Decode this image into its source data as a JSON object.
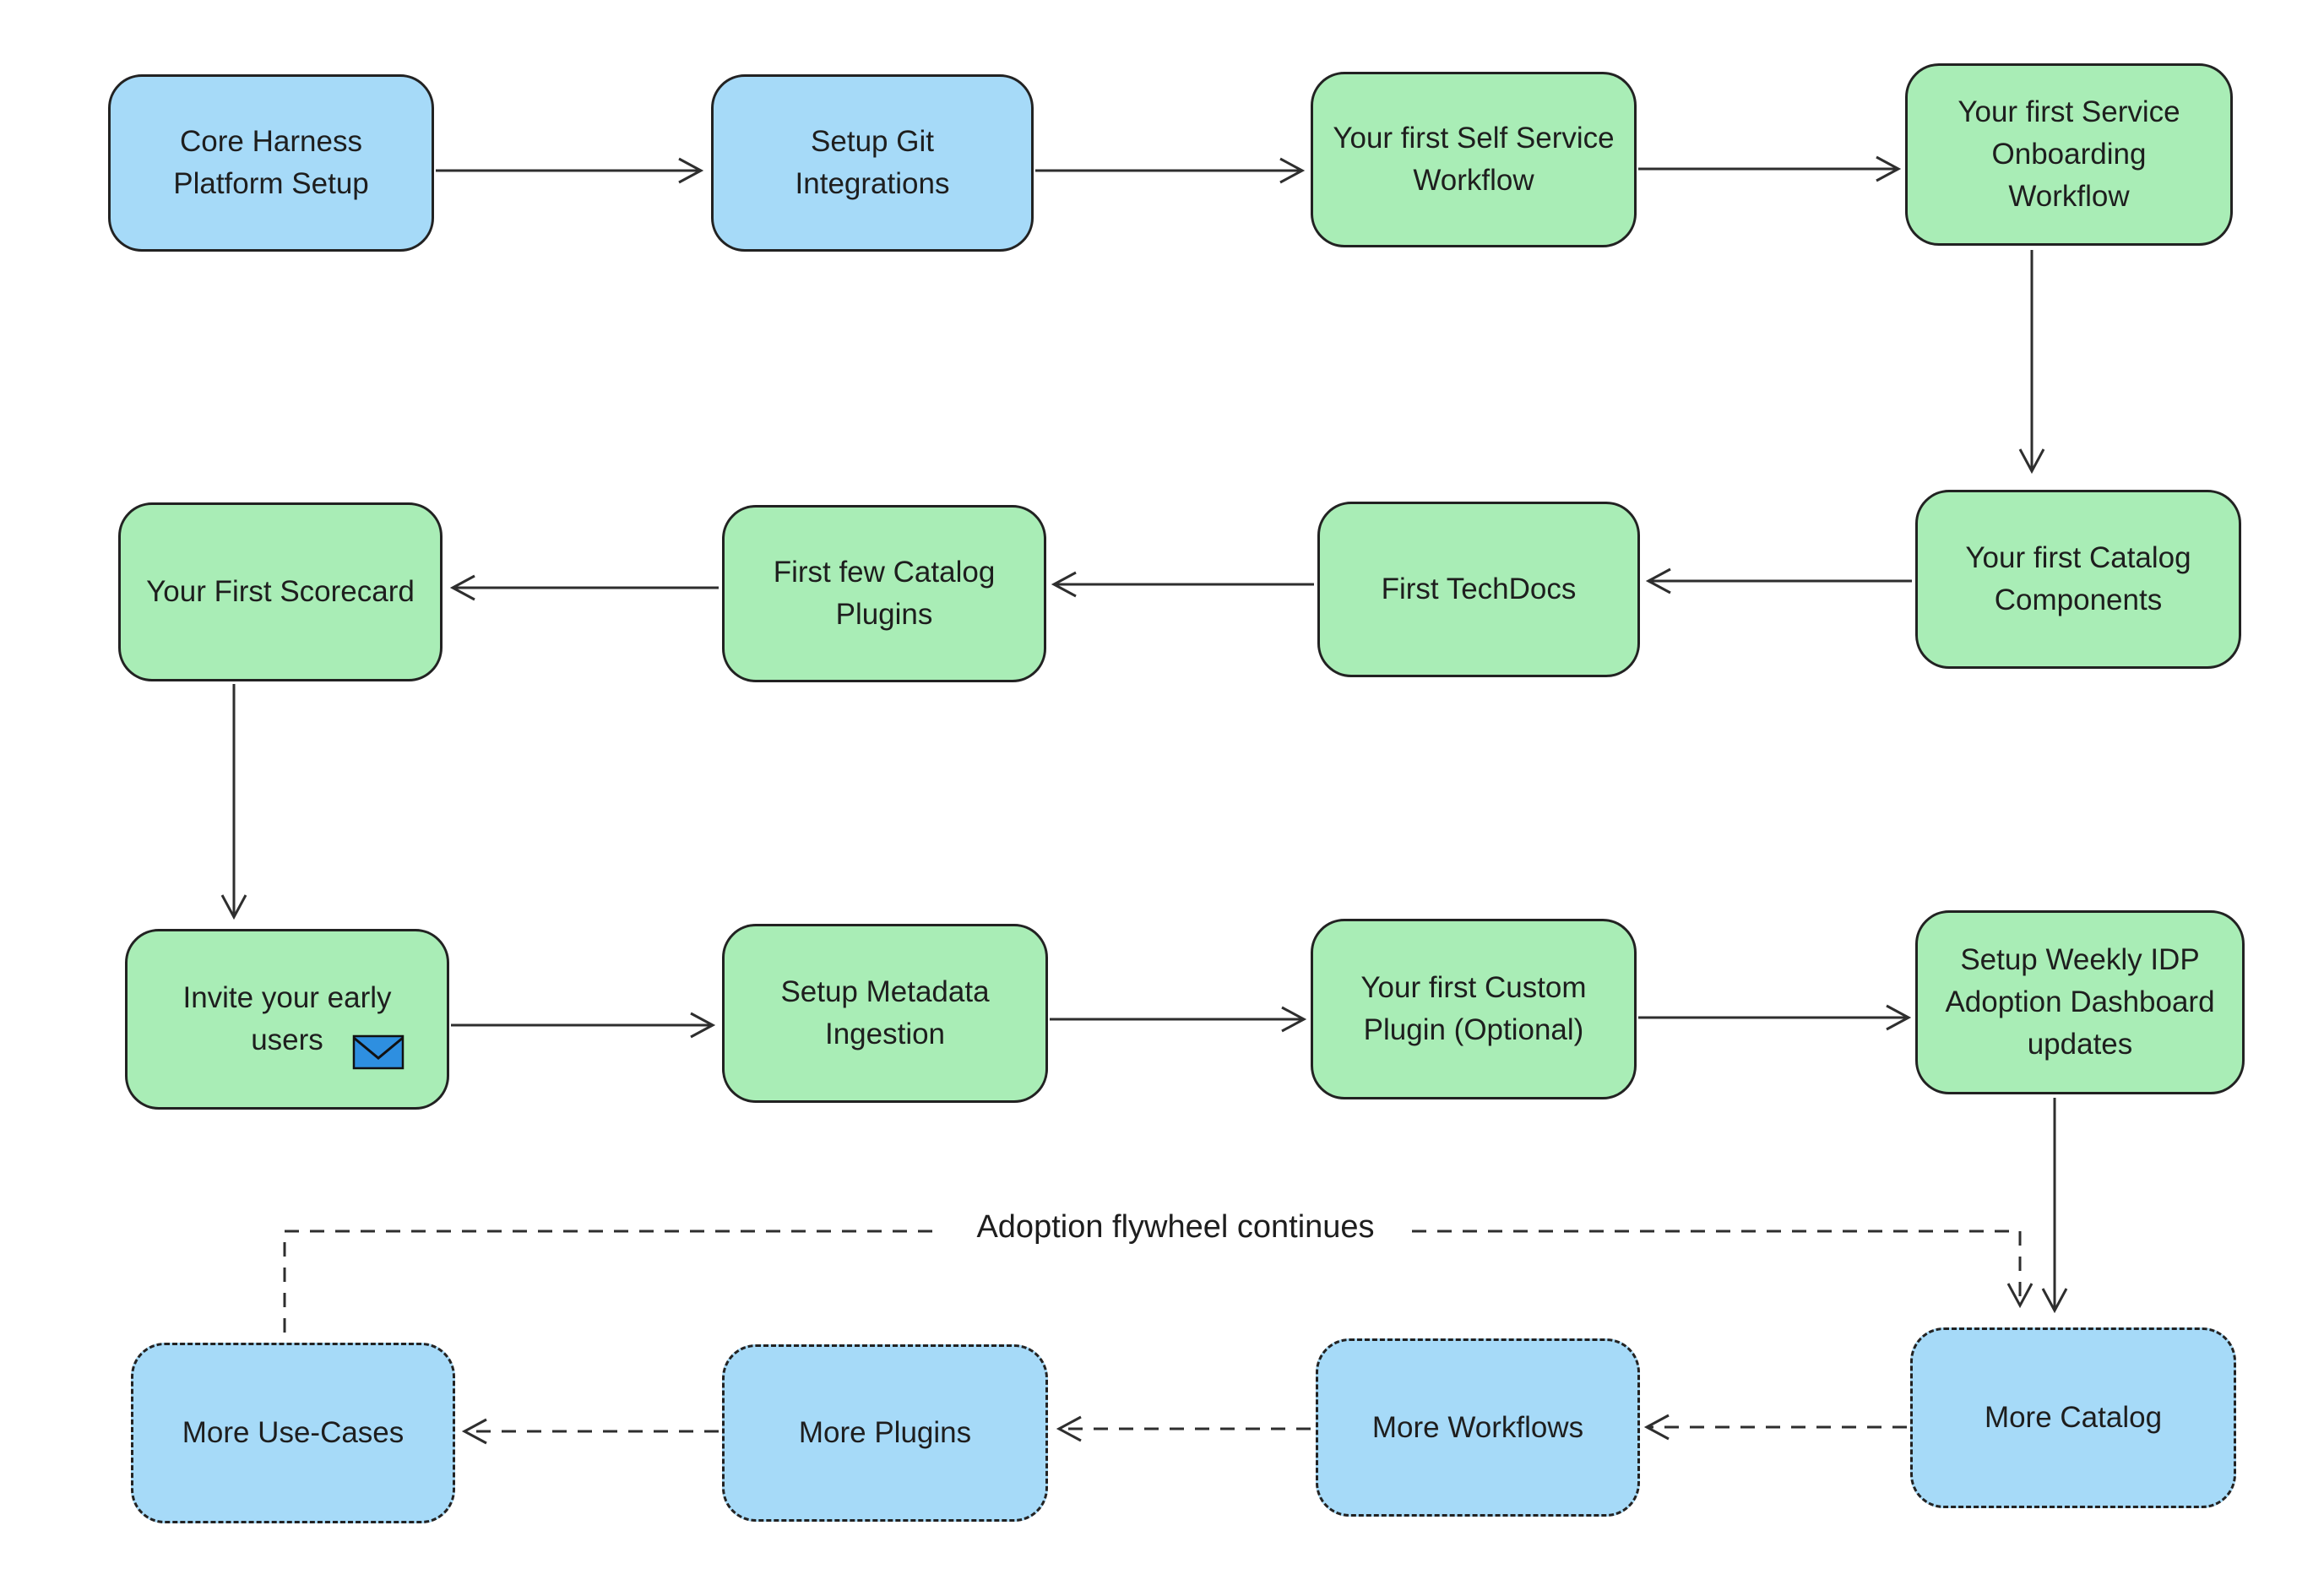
{
  "diagram": {
    "flywheel_label": "Adoption flywheel continues",
    "colors": {
      "blue_fill": "#a6daf8",
      "green_fill": "#a9edb6",
      "stroke": "#222222",
      "arrow_stroke": "#2e2e2e",
      "text": "#1e1e1e",
      "envelope_fill": "#2e8fe0",
      "background": "#ffffff"
    },
    "icons": {
      "envelope": "envelope-icon"
    },
    "nodes": {
      "core_harness_platform_setup": {
        "label": "Core Harness\nPlatform Setup",
        "style": "blue-solid"
      },
      "setup_git_integrations": {
        "label": "Setup Git\nIntegrations",
        "style": "blue-solid"
      },
      "first_self_service_workflow": {
        "label": "Your first Self Service\nWorkflow",
        "style": "green-solid"
      },
      "first_service_onboarding_workflow": {
        "label": "Your first Service\nOnboarding\nWorkflow",
        "style": "green-solid"
      },
      "first_catalog_components": {
        "label": "Your first Catalog\nComponents",
        "style": "green-solid"
      },
      "first_techdocs": {
        "label": "First TechDocs",
        "style": "green-solid"
      },
      "first_few_catalog_plugins": {
        "label": "First few Catalog\nPlugins",
        "style": "green-solid"
      },
      "your_first_scorecard": {
        "label": "Your First Scorecard",
        "style": "green-solid"
      },
      "invite_your_early_users": {
        "label": "Invite your early\nusers",
        "style": "green-solid",
        "icon": "envelope-icon"
      },
      "setup_metadata_ingestion": {
        "label": "Setup Metadata\nIngestion",
        "style": "green-solid"
      },
      "first_custom_plugin_optional": {
        "label": "Your first Custom\nPlugin (Optional)",
        "style": "green-solid"
      },
      "setup_weekly_idp_adoption_dashboard_updates": {
        "label": "Setup Weekly IDP\nAdoption Dashboard\nupdates",
        "style": "green-solid"
      },
      "more_use_cases": {
        "label": "More Use-Cases",
        "style": "blue-dashed"
      },
      "more_plugins": {
        "label": "More Plugins",
        "style": "blue-dashed"
      },
      "more_workflows": {
        "label": "More Workflows",
        "style": "blue-dashed"
      },
      "more_catalog": {
        "label": "More Catalog",
        "style": "blue-dashed"
      }
    }
  }
}
